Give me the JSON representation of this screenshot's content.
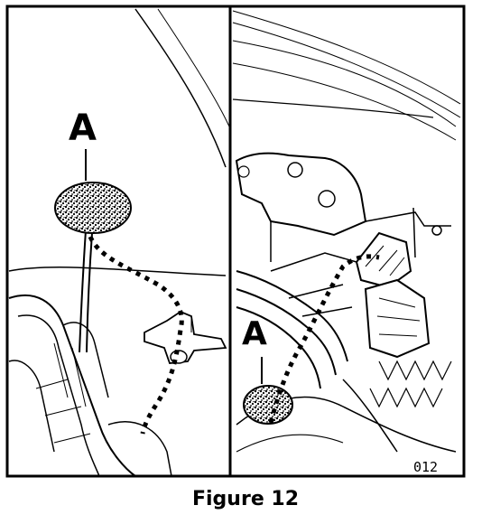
{
  "figure": {
    "caption": "Figure 12",
    "code": "012"
  },
  "left_panel": {
    "callout_label": "A"
  },
  "right_panel": {
    "callout_label": "A"
  },
  "colors": {
    "line": "#000000",
    "background": "#ffffff"
  }
}
